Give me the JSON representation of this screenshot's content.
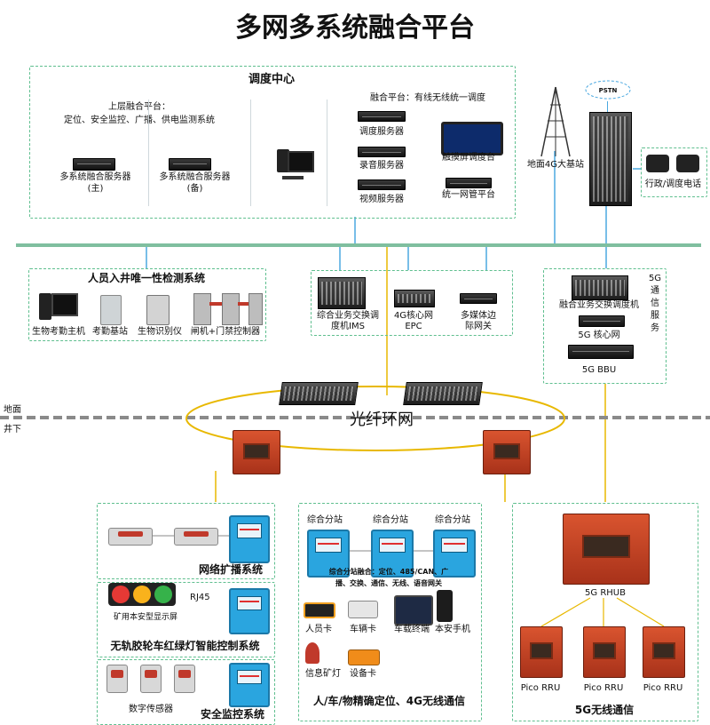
{
  "title": "多网多系统融合平台",
  "dispatch_center": {
    "heading": "调度中心",
    "upper_platform_line1": "上层融合平台：",
    "upper_platform_line2": "定位、安全监控、广播、供电监测系统",
    "server_main": "多系统融合服务器",
    "server_main_sub": "(主)",
    "server_backup": "多系统融合服务器",
    "server_backup_sub": "(备)",
    "fusion_platform": "融合平台：有线无线统一调度",
    "dispatch_server": "调度服务器",
    "recording_server": "录音服务器",
    "video_server": "视频服务器",
    "touch_console": "触摸屏调度台",
    "network_mgmt": "统一网管平台"
  },
  "pstn": "PSTN",
  "base_station": "地面4G大基站",
  "admin_phone": "行政/调度电话",
  "personnel": {
    "heading": "人员入井唯一性检测系统",
    "items": [
      "生物考勤主机",
      "考勤基站",
      "生物识别仪",
      "闸机+门禁控制器"
    ]
  },
  "core": {
    "ims": "综合业务交换调度机IMS",
    "ims_line1": "综合业务交换调",
    "ims_line2": "度机IMS",
    "epc_line1": "4G核心网",
    "epc_line2": "EPC",
    "gw_line1": "多媒体边",
    "gw_line2": "际网关"
  },
  "five_g_service": {
    "ims_switch": "融合业务交换调度机",
    "label_chars": [
      "5G",
      "通",
      "信",
      "服",
      "务"
    ],
    "core": "5G 核心网",
    "bbu": "5G BBU"
  },
  "ground_label": "地面",
  "underground_label": "井下",
  "ring_label": "光纤环网",
  "broadcast": {
    "title": "网络扩播系统"
  },
  "traffic": {
    "rj45": "RJ45",
    "screen": "矿用本安型显示屏",
    "title": "无轨胶轮车红绿灯智能控制系统"
  },
  "safety": {
    "sensor": "数字传感器",
    "title": "安全监控系统"
  },
  "positioning": {
    "substations": [
      "综合分站",
      "综合分站",
      "综合分站"
    ],
    "desc_line1": "综合分站融合：定位、485/CAN、广",
    "desc_line2": "播、交换、通信、无线、语音网关",
    "devices": [
      "人员卡",
      "车辆卡",
      "车载终端",
      "本安手机",
      "信息矿灯",
      "设备卡"
    ],
    "title": "人/车/物精确定位、4G无线通信"
  },
  "five_g_wireless": {
    "rhub": "5G RHUB",
    "rrus": [
      "Pico RRU",
      "Pico RRU",
      "Pico RRU"
    ],
    "title": "5G无线通信"
  },
  "colors": {
    "bus": "#7fbf9f",
    "link": "#4aa8e0",
    "ring": "#e8b800",
    "accent_red": "#c0392b",
    "accent_blue": "#2aa5df"
  }
}
